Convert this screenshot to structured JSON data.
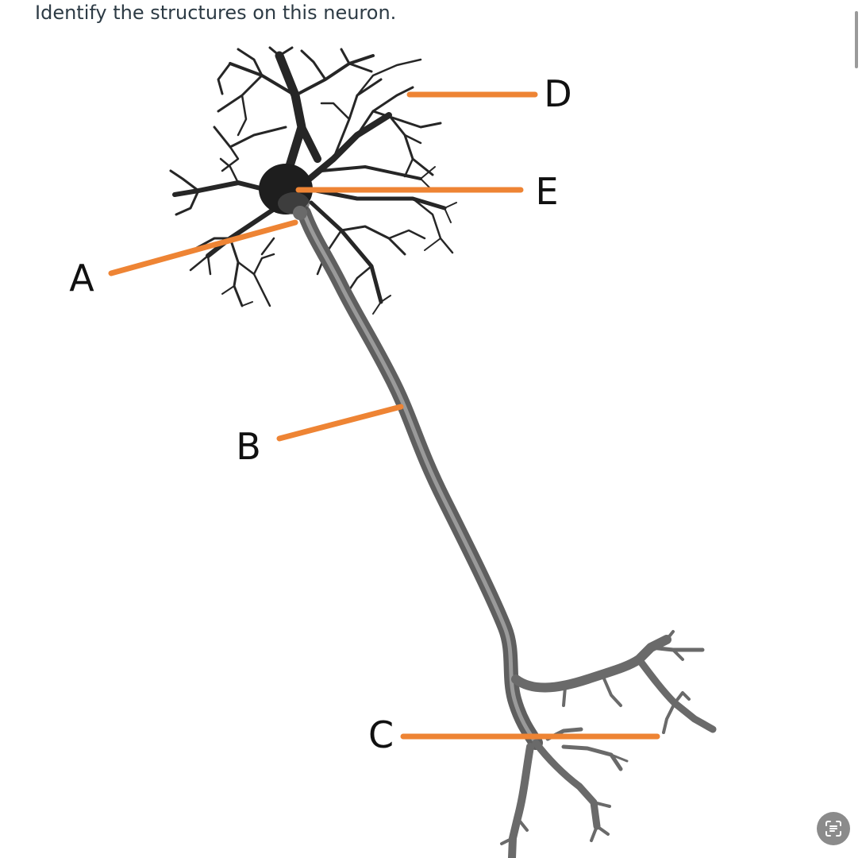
{
  "question": "Identify the structures on this neuron.",
  "labels": {
    "a": "A",
    "b": "B",
    "c": "C",
    "d": "D",
    "e": "E"
  },
  "colors": {
    "leader_line": "#ee8434",
    "dendrites": "#262626",
    "axon": "#5f5f5f",
    "axon_highlight": "#9a9a9a"
  },
  "icons": {
    "scan": "live-text-scan-icon"
  }
}
